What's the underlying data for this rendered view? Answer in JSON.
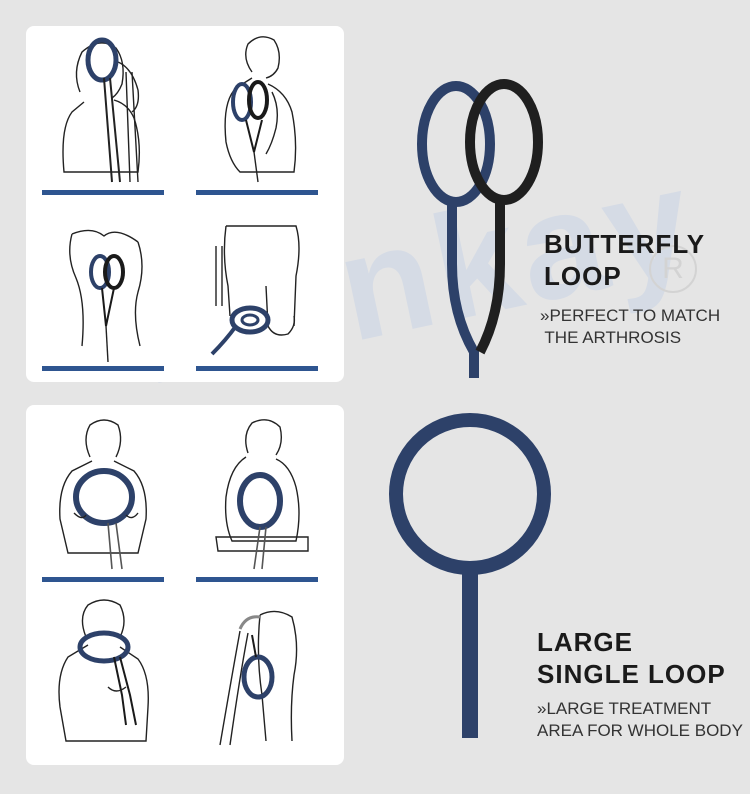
{
  "watermark": "Honkay",
  "registered_mark": "R",
  "butterfly_loop": {
    "title_line1": "BUTTERFLY",
    "title_line2": "LOOP",
    "desc_line1": "»PERFECT TO MATCH",
    "desc_line2": " THE ARTHROSIS"
  },
  "single_loop": {
    "title_line1": "LARGE",
    "title_line2": "SINGLE LOOP",
    "desc_line1": "»LARGE TREATMENT",
    "desc_line2": "AREA FOR WHOLE BODY"
  },
  "colors": {
    "loop_blue": "#2d4169",
    "loop_dark": "#1a1a1a",
    "bar_blue": "#2e5590",
    "background": "#e5e5e5",
    "panel": "#ffffff"
  }
}
